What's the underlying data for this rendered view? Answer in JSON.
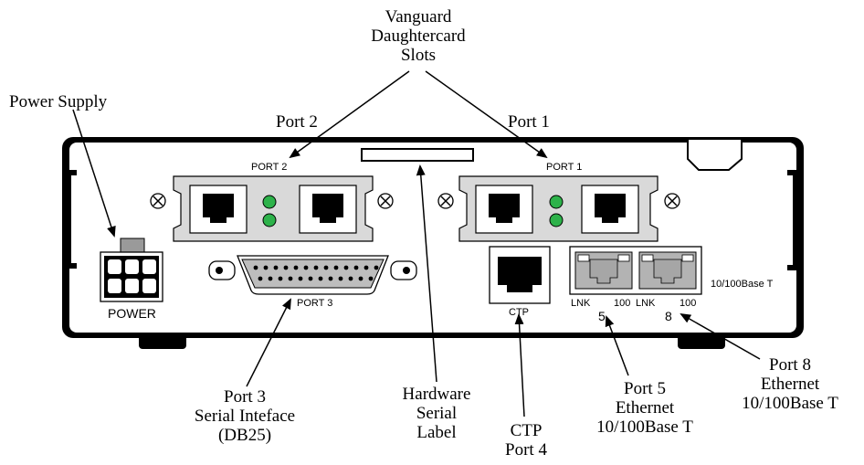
{
  "callouts": {
    "vanguard": [
      "Vanguard",
      "Daughtercard",
      "Slots"
    ],
    "power_supply": "Power Supply",
    "port2": "Port 2",
    "port1": "Port 1",
    "port3": [
      "Port 3",
      "Serial Inteface",
      "(DB25)"
    ],
    "hw_serial": [
      "Hardware",
      "Serial",
      "Label"
    ],
    "ctp": [
      "CTP",
      "Port 4"
    ],
    "port5": [
      "Port 5",
      "Ethernet",
      "10/100Base T"
    ],
    "port8": [
      "Port 8",
      "Ethernet",
      "10/100Base T"
    ]
  },
  "panel": {
    "port2_label": "PORT 2",
    "port1_label": "PORT 1",
    "port3_label": "PORT 3",
    "power_label": "POWER",
    "ctp_label": "CTP",
    "eth_base_label": "10/100Base T",
    "lnk_label": "LNK",
    "speed_label": "100",
    "eth_port_left": "5",
    "eth_port_right": "8"
  },
  "colors": {
    "chassis_fill": "#ffffff",
    "card_fill": "#d9d9d9",
    "led_green": "#2db24a",
    "rj45_fill": "#000000",
    "eth_fill": "#b3b3b3",
    "db25_fill": "#bdbdbd"
  }
}
